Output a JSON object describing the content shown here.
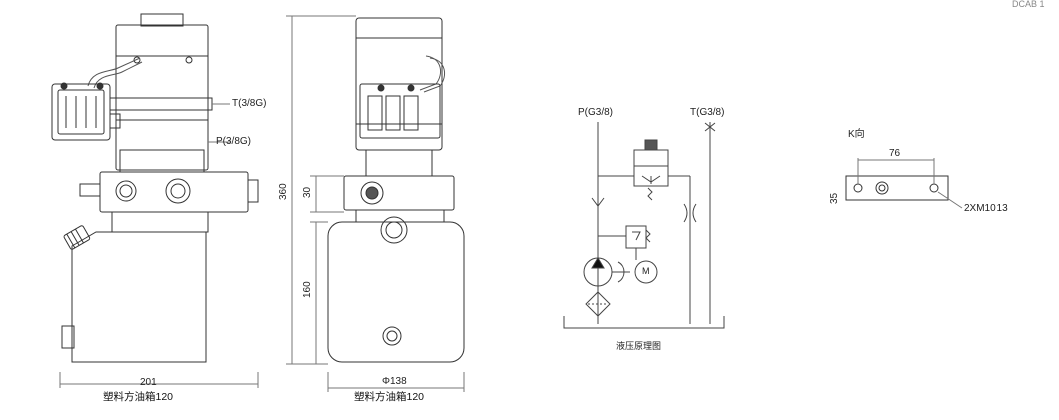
{
  "corner_text": "DCAB 1",
  "side_view": {
    "port_t": "T(3/8G)",
    "port_p": "P(3/8G)",
    "dim_width": "201",
    "caption": "塑料方油箱120"
  },
  "front_view": {
    "dim_height_total": "360",
    "dim_block": "30",
    "dim_tank": "160",
    "dim_diameter": "Φ138",
    "caption": "塑料方油箱120"
  },
  "schematic": {
    "port_p": "P(G3/8)",
    "port_t": "T(G3/8)",
    "motor_letter": "M",
    "caption": "液压原理图"
  },
  "k_view": {
    "title": "K向",
    "dim_spacing": "76",
    "dim_height": "35",
    "hole_label": "2XM10 13"
  }
}
